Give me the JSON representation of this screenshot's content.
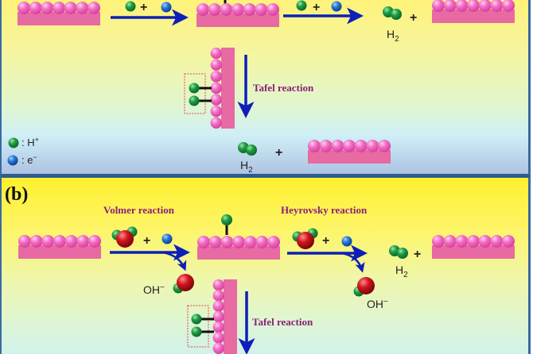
{
  "colors": {
    "surface_atom": "#ef5fb8",
    "substrate": "#e86aa3",
    "proton": "#1a9a3a",
    "electron": "#1f6fd0",
    "oxygen": "#c4111b",
    "arrow": "#0d1fb8",
    "reaction_label": "#8a1f7a",
    "bond": "#111111",
    "adsorbed_box": "#e0474f"
  },
  "panel_a": {
    "top_row": {
      "reactants_plus": "+",
      "product_h2": "H",
      "product_h2_sub": "2",
      "product_plus": "+"
    },
    "tafel_label": "Tafel reaction",
    "tafel_product_h2": "H",
    "tafel_product_h2_sub": "2",
    "tafel_plus": "+",
    "legend": [
      {
        "icon": "proton-sphere-icon",
        "label": ": H",
        "sup": "+"
      },
      {
        "icon": "electron-sphere-icon",
        "label": ": e",
        "sup": "−"
      }
    ]
  },
  "panel_b": {
    "tag": "(b)",
    "volmer_label": "Volmer reaction",
    "heyrovsky_label": "Heyrovsky reaction",
    "tafel_label": "Tafel reaction",
    "plus": "+",
    "oh_label": "OH",
    "oh_sup": "−",
    "h2": "H",
    "h2_sub": "2"
  }
}
